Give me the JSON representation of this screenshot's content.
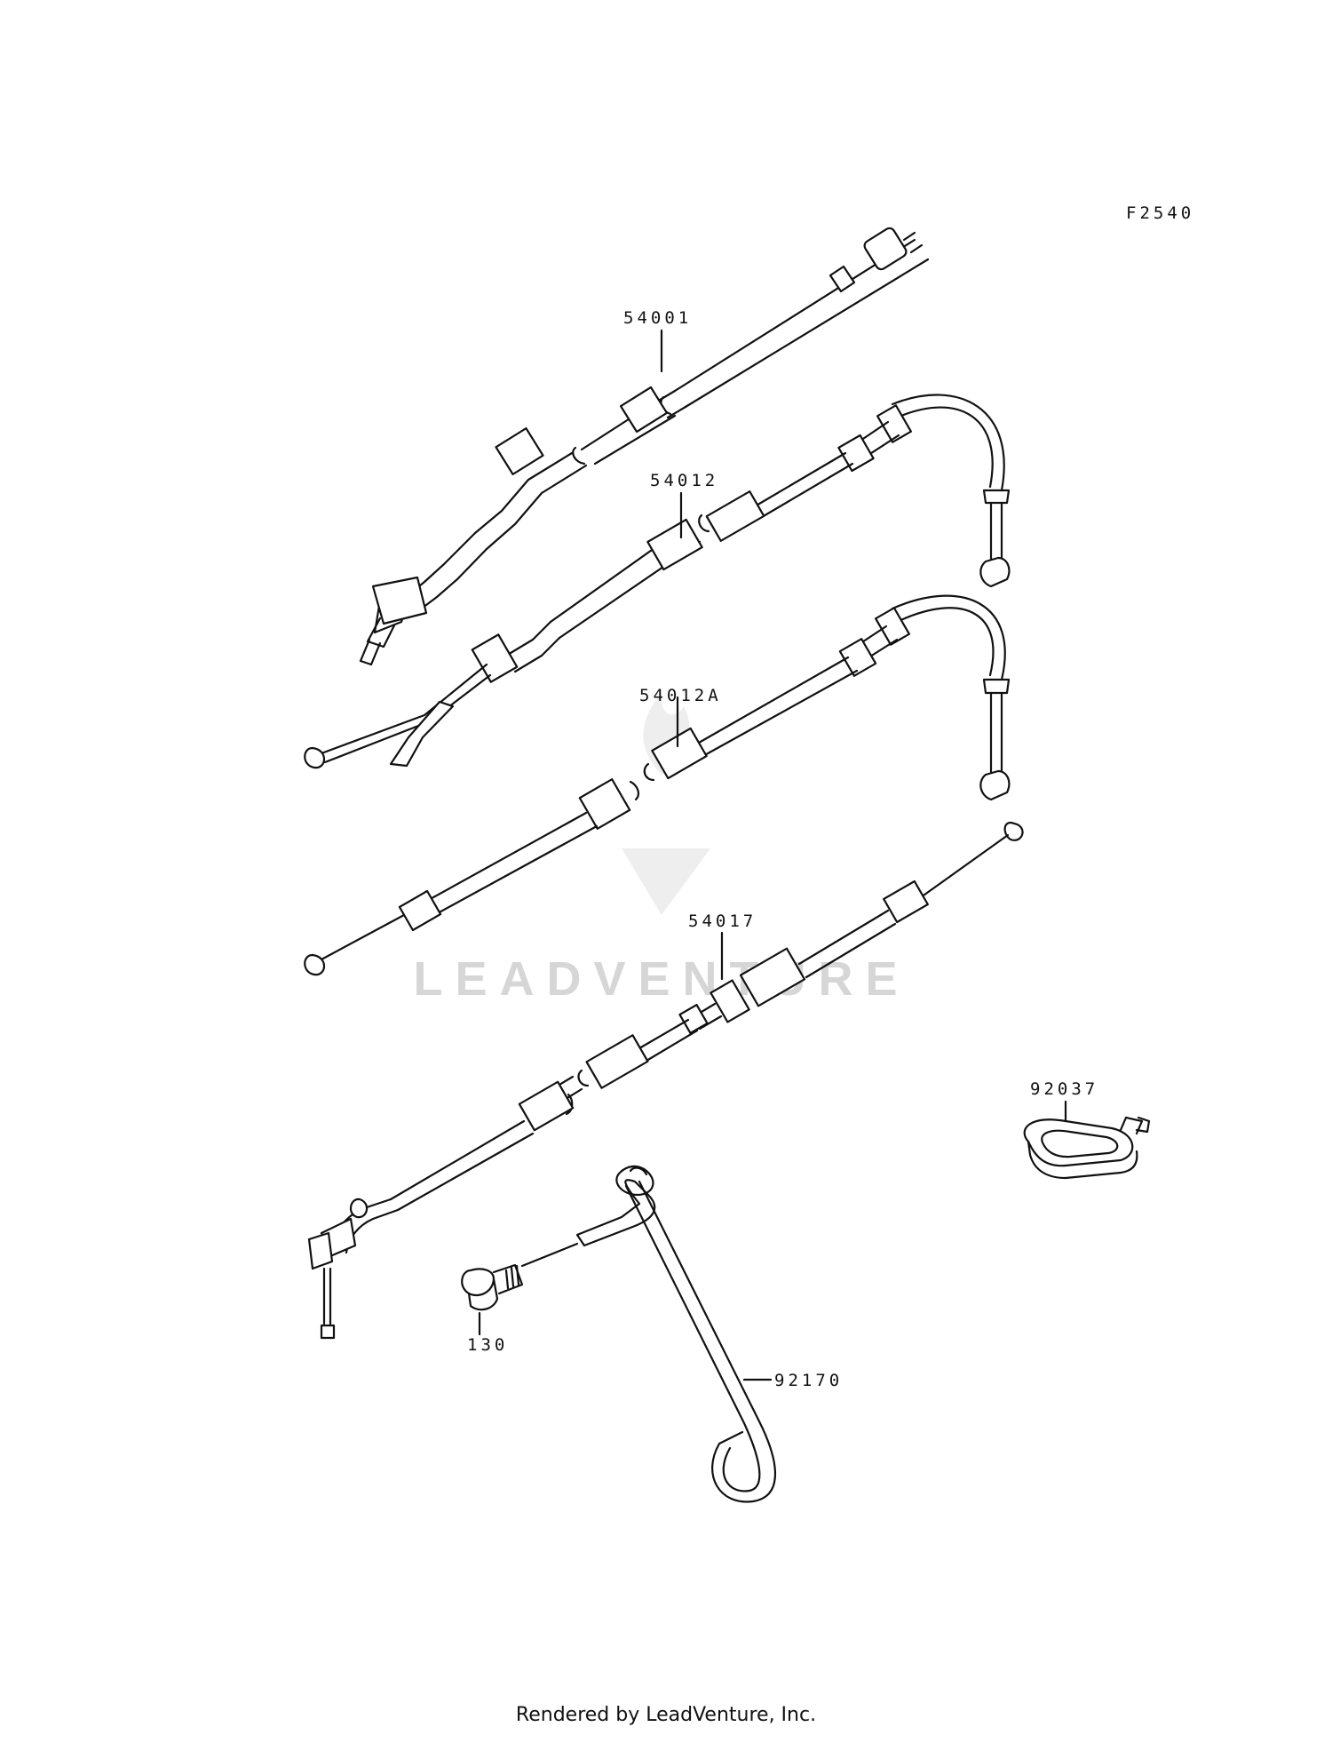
{
  "diagram_code": "F2540",
  "parts": [
    {
      "id": "54001",
      "label": "54001"
    },
    {
      "id": "54012",
      "label": "54012"
    },
    {
      "id": "54012A",
      "label": "54012A"
    },
    {
      "id": "54017",
      "label": "54017"
    },
    {
      "id": "92037",
      "label": "92037"
    },
    {
      "id": "130",
      "label": "130"
    },
    {
      "id": "92170",
      "label": "92170"
    }
  ],
  "watermark": "LEADVENTURE",
  "footer": "Rendered by LeadVenture, Inc."
}
